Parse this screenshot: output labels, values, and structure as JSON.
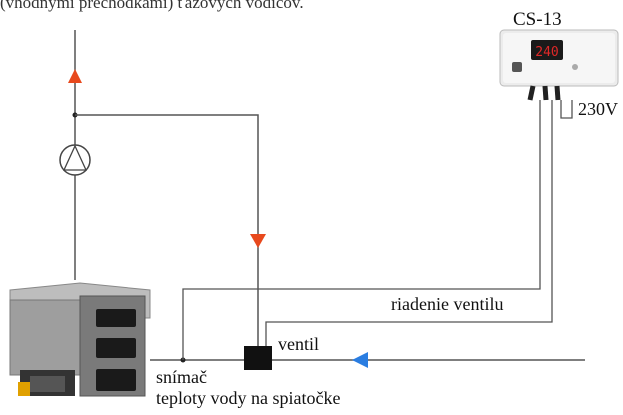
{
  "header": {
    "caption": "(vhodnými prechodkami) ťažových vodičov."
  },
  "controller": {
    "name": "CS-13",
    "display_value": "240",
    "voltage": "230V"
  },
  "labels": {
    "valve_control": "riadenie ventilu",
    "valve": "ventil",
    "sensor_line1": "snímač",
    "sensor_line2": "teploty vody na spiatočke"
  },
  "colors": {
    "supply_arrow": "#e8491d",
    "return_arrow": "#2a7de1",
    "display": "#e02828",
    "pipe": "#555555"
  },
  "icons": [
    "pump-icon",
    "boiler-icon",
    "valve-icon",
    "controller-icon"
  ]
}
